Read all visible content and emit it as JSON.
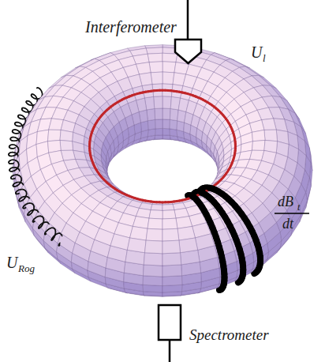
{
  "diagram": {
    "labels": [
      "Interferometer",
      "U",
      "l",
      "U",
      "Rog",
      "dB",
      "t",
      "dt",
      "Spectrometer"
    ]
  }
}
